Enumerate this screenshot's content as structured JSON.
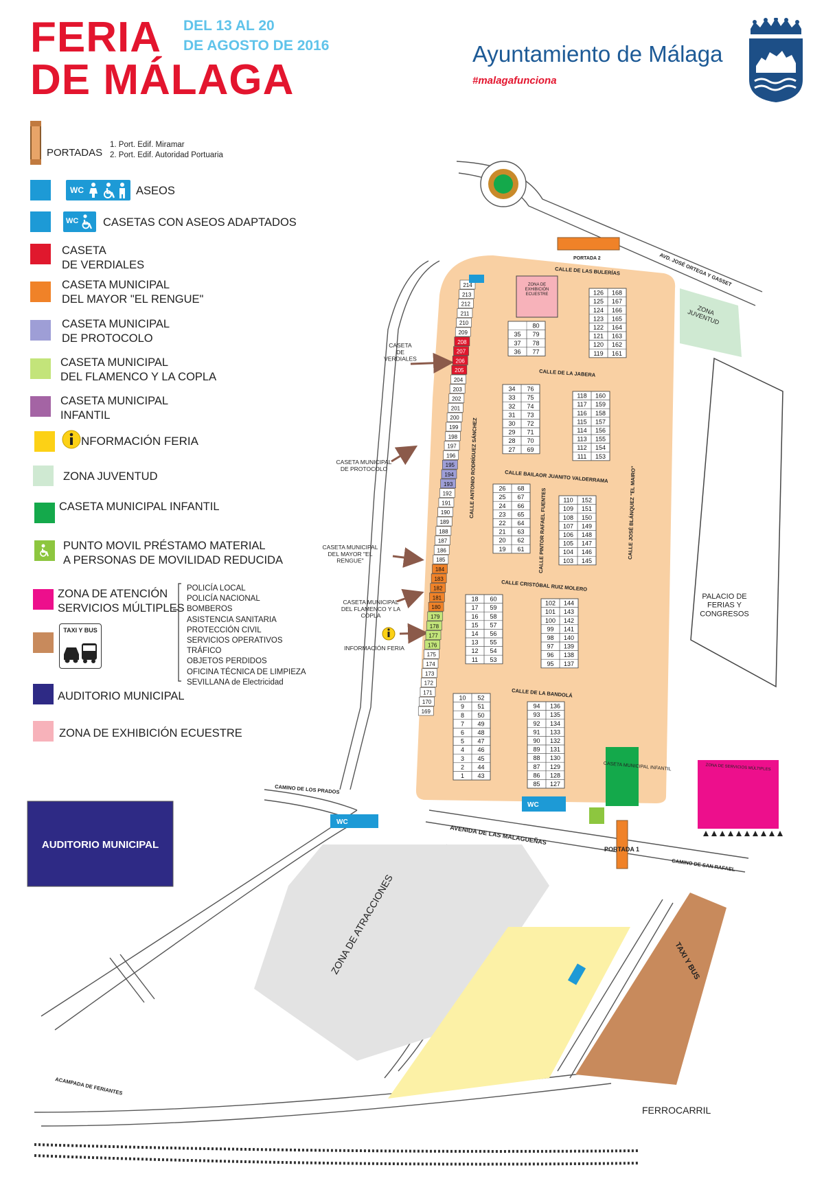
{
  "header": {
    "title_line1": "FERIA",
    "title_line2": "DE MÁLAGA",
    "dates_line1": "DEL 13 AL 20",
    "dates_line2": "DE AGOSTO DE 2016",
    "org": "Ayuntamiento de Málaga",
    "hashtag": "#malagafunciona"
  },
  "legend": {
    "portadas": {
      "label": "PORTADAS",
      "items": [
        "1. Port. Edif. Miramar",
        "2. Port. Edif. Autoridad Portuaria"
      ]
    },
    "aseos": {
      "badge": "WC",
      "label": "ASEOS"
    },
    "casetas_aseos": {
      "badge": "WC",
      "label": "CASETAS CON ASEOS ADAPTADOS"
    },
    "verdiales": {
      "line1": "CASETA",
      "line2": "DE VERDIALES",
      "color": "#e0182d"
    },
    "mayor": {
      "line1": "CASETA MUNICIPAL",
      "line2": "DEL MAYOR \"EL RENGUE\"",
      "color": "#f08228"
    },
    "protocolo": {
      "line1": "CASETA MUNICIPAL",
      "line2": "DE PROTOCOLO",
      "color": "#9e9ed6"
    },
    "flamenco": {
      "line1": "CASETA MUNICIPAL",
      "line2": "DEL FLAMENCO Y LA COPLA",
      "color": "#c3e47a"
    },
    "infantil_p": {
      "line1": "CASETA MUNICIPAL",
      "line2": "INFANTIL",
      "color": "#a464a4"
    },
    "informacion": {
      "label": "NFORMACIÓN FERIA",
      "color": "#fcd116"
    },
    "juventud": {
      "label": "ZONA JUVENTUD",
      "color": "#cfe9d2"
    },
    "infantil_g": {
      "label": "CASETA MUNICIPAL INFANTIL",
      "color": "#14a94b"
    },
    "movil": {
      "line1": "PUNTO MOVIL PRÉSTAMO MATERIAL",
      "line2": "A PERSONAS DE MOVILIDAD REDUCIDA",
      "color": "#8dc63f"
    },
    "atencion": {
      "line1": "ZONA DE ATENCIÓN",
      "line2": "SERVICIOS MÚLTIPLES",
      "color": "#ed0f8c"
    },
    "servicios": [
      "POLICÍA LOCAL",
      "POLICÍA NACIONAL",
      "BOMBEROS",
      "ASISTENCIA SANITARIA",
      "PROTECCIÓN CIVIL",
      "SERVICIOS OPERATIVOS",
      "TRÁFICO",
      "OBJETOS PERDIDOS",
      "OFICINA TÉCNICA DE LIMPIEZA",
      "SEVILLANA de Electricidad"
    ],
    "taxi": {
      "label": "TAXI Y BUS",
      "color": "#c88a5c"
    },
    "auditorio": {
      "label": "AUDITORIO MUNICIPAL",
      "color": "#2e2a85"
    },
    "ecuestre": {
      "label": "ZONA DE EXHIBICIÓN ECUESTRE",
      "color": "#f7b2ba"
    }
  },
  "map": {
    "streets": {
      "ortega": "AVD. JOSÉ ORTEGA Y GASSET",
      "portada2": "PORTADA 2",
      "bulerias": "CALLE DE LAS BULERÍAS",
      "jabera": "CALLE DE LA JABERA",
      "valderrama": "CALLE BAILAOR JUANITO VALDERRAMA",
      "molero": "CALLE CRISTÓBAL RUIZ MOLERO",
      "bandola": "CALLE DE LA BANDOLÁ",
      "sanchez": "CALLE ANTONIO RODRÍGUEZ SÁNCHEZ",
      "fuentes": "CALLE PINTOR RAFAEL FUENTES",
      "mairo": "CALLE JOSÉ BLÁNQUEZ \"EL MAIRO\"",
      "prados": "CAMINO DE LOS PRADOS",
      "malaguenas": "AVENIDA DE LAS MALAGUEÑAS",
      "portada1": "PORTADA 1",
      "sanrafael": "CAMINO DE SAN RAFAEL",
      "ferrocarril": "FERROCARRIL",
      "feriantes": "ACAMPADA DE FERIANTES",
      "atracciones": "ZONA DE ATRACCIONES",
      "taxibus": "TAXI Y BUS"
    },
    "labels": {
      "verdiales": "CASETA DE VERDIALES",
      "protocolo": "CASETA MUNICIPAL DE PROTOCOLO",
      "mayor": "CASETA MUNICIPAL DEL MAYOR \"EL RENGUE\"",
      "flamenco": "CASETA MUNICIPAL DEL FLAMENCO Y LA COPLA",
      "informacion": "INFORMACIÓN FERIA",
      "ecuestre": "ZONA DE EXHIBICIÓN ECUESTRE",
      "juventud": "ZONA JUVENTUD",
      "palacio": "PALACIO DE FERIAS Y CONGRESOS",
      "infantil": "CASETA MUNICIPAL INFANTIL",
      "servicios": "ZONA DE SERVICIOS MÚLTIPLES",
      "auditorio": "AUDITORIO MUNICIPAL",
      "wc": "WC"
    },
    "blocks": [
      {
        "l": [
          35,
          37,
          36
        ],
        "r": [
          80,
          79,
          78,
          77
        ]
      },
      {
        "l": [
          126,
          125,
          124,
          123,
          122,
          121,
          120,
          119
        ],
        "r": [
          168,
          167,
          166,
          165,
          164,
          163,
          162,
          161
        ]
      },
      {
        "l": [
          34,
          33,
          32,
          31,
          30,
          29,
          28,
          27
        ],
        "r": [
          76,
          75,
          74,
          73,
          72,
          71,
          70,
          69
        ]
      },
      {
        "l": [
          118,
          117,
          116,
          115,
          114,
          113,
          112,
          111
        ],
        "r": [
          160,
          159,
          158,
          157,
          156,
          155,
          154,
          153
        ]
      },
      {
        "l": [
          26,
          25,
          24,
          23,
          22,
          21,
          20,
          19
        ],
        "r": [
          68,
          67,
          66,
          65,
          64,
          63,
          62,
          61
        ]
      },
      {
        "l": [
          110,
          109,
          108,
          107,
          106,
          105,
          104,
          103
        ],
        "r": [
          152,
          151,
          150,
          149,
          148,
          147,
          146,
          145
        ]
      },
      {
        "l": [
          18,
          17,
          16,
          15,
          14,
          13,
          12,
          11
        ],
        "r": [
          60,
          59,
          58,
          57,
          56,
          55,
          54,
          53
        ]
      },
      {
        "l": [
          102,
          101,
          100,
          99,
          98,
          97,
          96,
          95
        ],
        "r": [
          144,
          143,
          142,
          141,
          140,
          139,
          138,
          137
        ]
      },
      {
        "l": [
          10,
          9,
          8,
          7,
          6,
          5,
          4,
          3,
          2,
          1
        ],
        "r": [
          52,
          51,
          50,
          49,
          48,
          47,
          46,
          45,
          44,
          43
        ]
      },
      {
        "l": [
          94,
          93,
          92,
          91,
          90,
          89,
          88,
          87,
          86,
          85
        ],
        "r": [
          136,
          135,
          134,
          133,
          132,
          131,
          130,
          129,
          128,
          127
        ]
      }
    ],
    "west_column": [
      {
        "n": 214
      },
      {
        "n": 213
      },
      {
        "n": 212
      },
      {
        "n": 211
      },
      {
        "n": 210
      },
      {
        "n": 209
      },
      {
        "n": 208,
        "c": "#e0182d"
      },
      {
        "n": 207,
        "c": "#e0182d"
      },
      {
        "n": 206,
        "c": "#e0182d"
      },
      {
        "n": 205,
        "c": "#e0182d"
      },
      {
        "n": 204
      },
      {
        "n": 203
      },
      {
        "n": 202
      },
      {
        "n": 201
      },
      {
        "n": 200
      },
      {
        "n": 199
      },
      {
        "n": 198
      },
      {
        "n": 197
      },
      {
        "n": 196
      },
      {
        "n": 195,
        "c": "#9e9ed6"
      },
      {
        "n": 194,
        "c": "#9e9ed6"
      },
      {
        "n": 193,
        "c": "#9e9ed6"
      },
      {
        "n": 192
      },
      {
        "n": 191
      },
      {
        "n": 190
      },
      {
        "n": 189
      },
      {
        "n": 188
      },
      {
        "n": 187
      },
      {
        "n": 186
      },
      {
        "n": 185
      },
      {
        "n": 184,
        "c": "#f08228"
      },
      {
        "n": 183,
        "c": "#f08228"
      },
      {
        "n": 182,
        "c": "#f08228"
      },
      {
        "n": 181,
        "c": "#f08228"
      },
      {
        "n": 180,
        "c": "#f08228"
      },
      {
        "n": 179,
        "c": "#c3e47a"
      },
      {
        "n": 178,
        "c": "#c3e47a"
      },
      {
        "n": 177,
        "c": "#c3e47a"
      },
      {
        "n": 176,
        "c": "#c3e47a"
      },
      {
        "n": 175
      },
      {
        "n": 174
      },
      {
        "n": 173
      },
      {
        "n": 172
      },
      {
        "n": 171
      },
      {
        "n": 170
      },
      {
        "n": 169
      }
    ]
  }
}
